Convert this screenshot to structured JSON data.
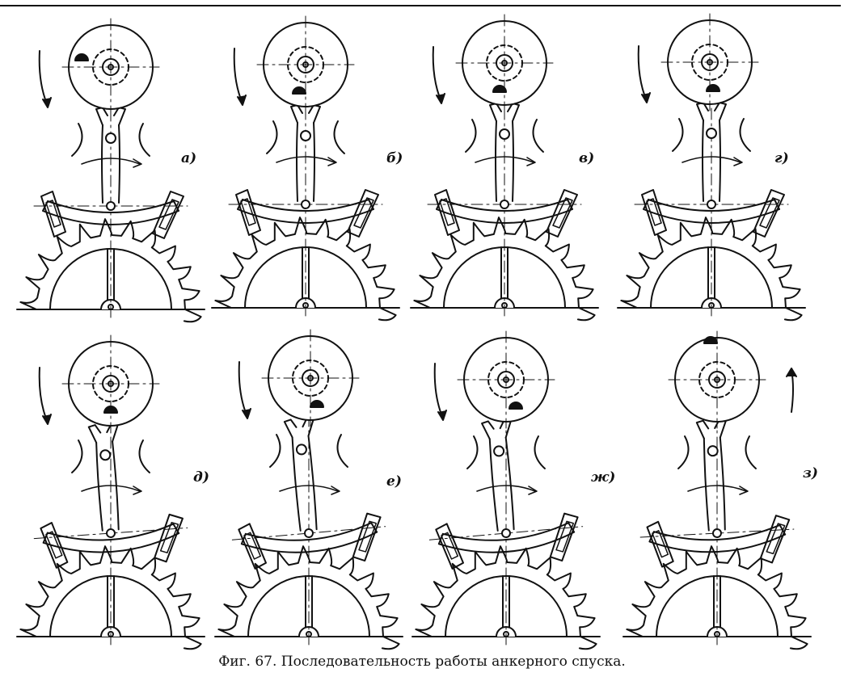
{
  "figure": {
    "caption": "Фиг. 67. Последовательность работы анкерного спуска."
  },
  "panels": [
    {
      "label": "а)",
      "state": "impulse-start"
    },
    {
      "label": "б)",
      "state": "pin-entering-fork"
    },
    {
      "label": "в)",
      "state": "unlocking"
    },
    {
      "label": "г)",
      "state": "impulse-on-pallet"
    },
    {
      "label": "д)",
      "state": "drop-lock"
    },
    {
      "label": "е)",
      "state": "return-swing"
    },
    {
      "label": "ж)",
      "state": "impulse-exit"
    },
    {
      "label": "з)",
      "state": "free-swing"
    }
  ],
  "colors": {
    "ink": "#111111",
    "paper": "#ffffff"
  }
}
